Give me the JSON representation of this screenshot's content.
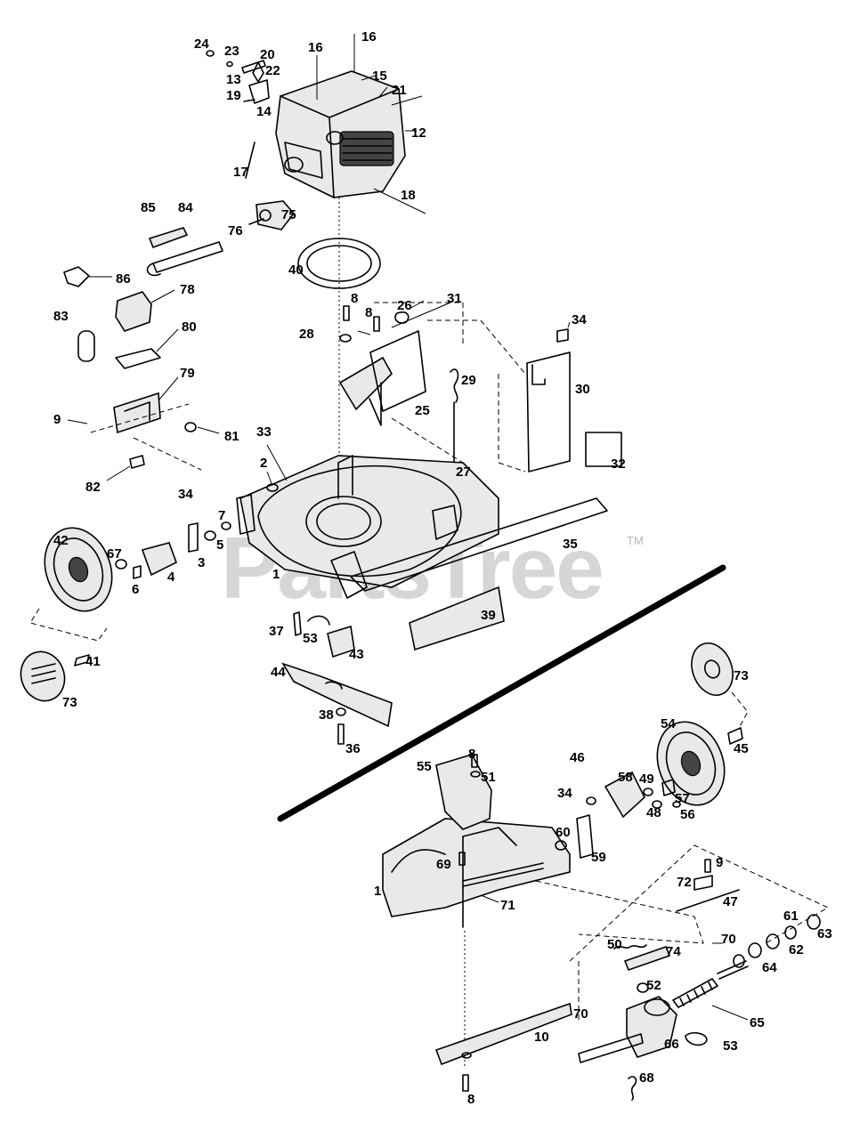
{
  "watermark": {
    "brand": "PartsTree",
    "mark": "TM"
  },
  "callouts": {
    "c1a": "1",
    "c1b": "1",
    "c2": "2",
    "c3": "3",
    "c4": "4",
    "c5": "5",
    "c6": "6",
    "c7": "7",
    "c8a": "8",
    "c8b": "8",
    "c8c": "8",
    "c8d": "8",
    "c9a": "9",
    "c9b": "9",
    "c10": "10",
    "c12": "12",
    "c13": "13",
    "c14": "14",
    "c15": "15",
    "c16a": "16",
    "c16b": "16",
    "c17": "17",
    "c18": "18",
    "c19": "19",
    "c20": "20",
    "c21": "21",
    "c22": "22",
    "c23": "23",
    "c24": "24",
    "c25": "25",
    "c26": "26",
    "c27": "27",
    "c28": "28",
    "c29": "29",
    "c30": "30",
    "c31": "31",
    "c32": "32",
    "c33": "33",
    "c34a": "34",
    "c34b": "34",
    "c34c": "34",
    "c35": "35",
    "c36": "36",
    "c37": "37",
    "c38": "38",
    "c39": "39",
    "c40": "40",
    "c41": "41",
    "c42": "42",
    "c43": "43",
    "c44": "44",
    "c45": "45",
    "c46": "46",
    "c47": "47",
    "c48": "48",
    "c49": "49",
    "c50": "50",
    "c51": "51",
    "c52": "52",
    "c53a": "53",
    "c53b": "53",
    "c54": "54",
    "c55": "55",
    "c56": "56",
    "c57": "57",
    "c58": "58",
    "c59": "59",
    "c60": "60",
    "c61": "61",
    "c62": "62",
    "c63": "63",
    "c64": "64",
    "c65": "65",
    "c66": "66",
    "c67": "67",
    "c68": "68",
    "c69": "69",
    "c70a": "70",
    "c70b": "70",
    "c71": "71",
    "c72": "72",
    "c73a": "73",
    "c73b": "73",
    "c74": "74",
    "c75": "75",
    "c76": "76",
    "c78": "78",
    "c79": "79",
    "c80": "80",
    "c81": "81",
    "c82": "82",
    "c83": "83",
    "c84": "84",
    "c85": "85",
    "c86": "86"
  }
}
